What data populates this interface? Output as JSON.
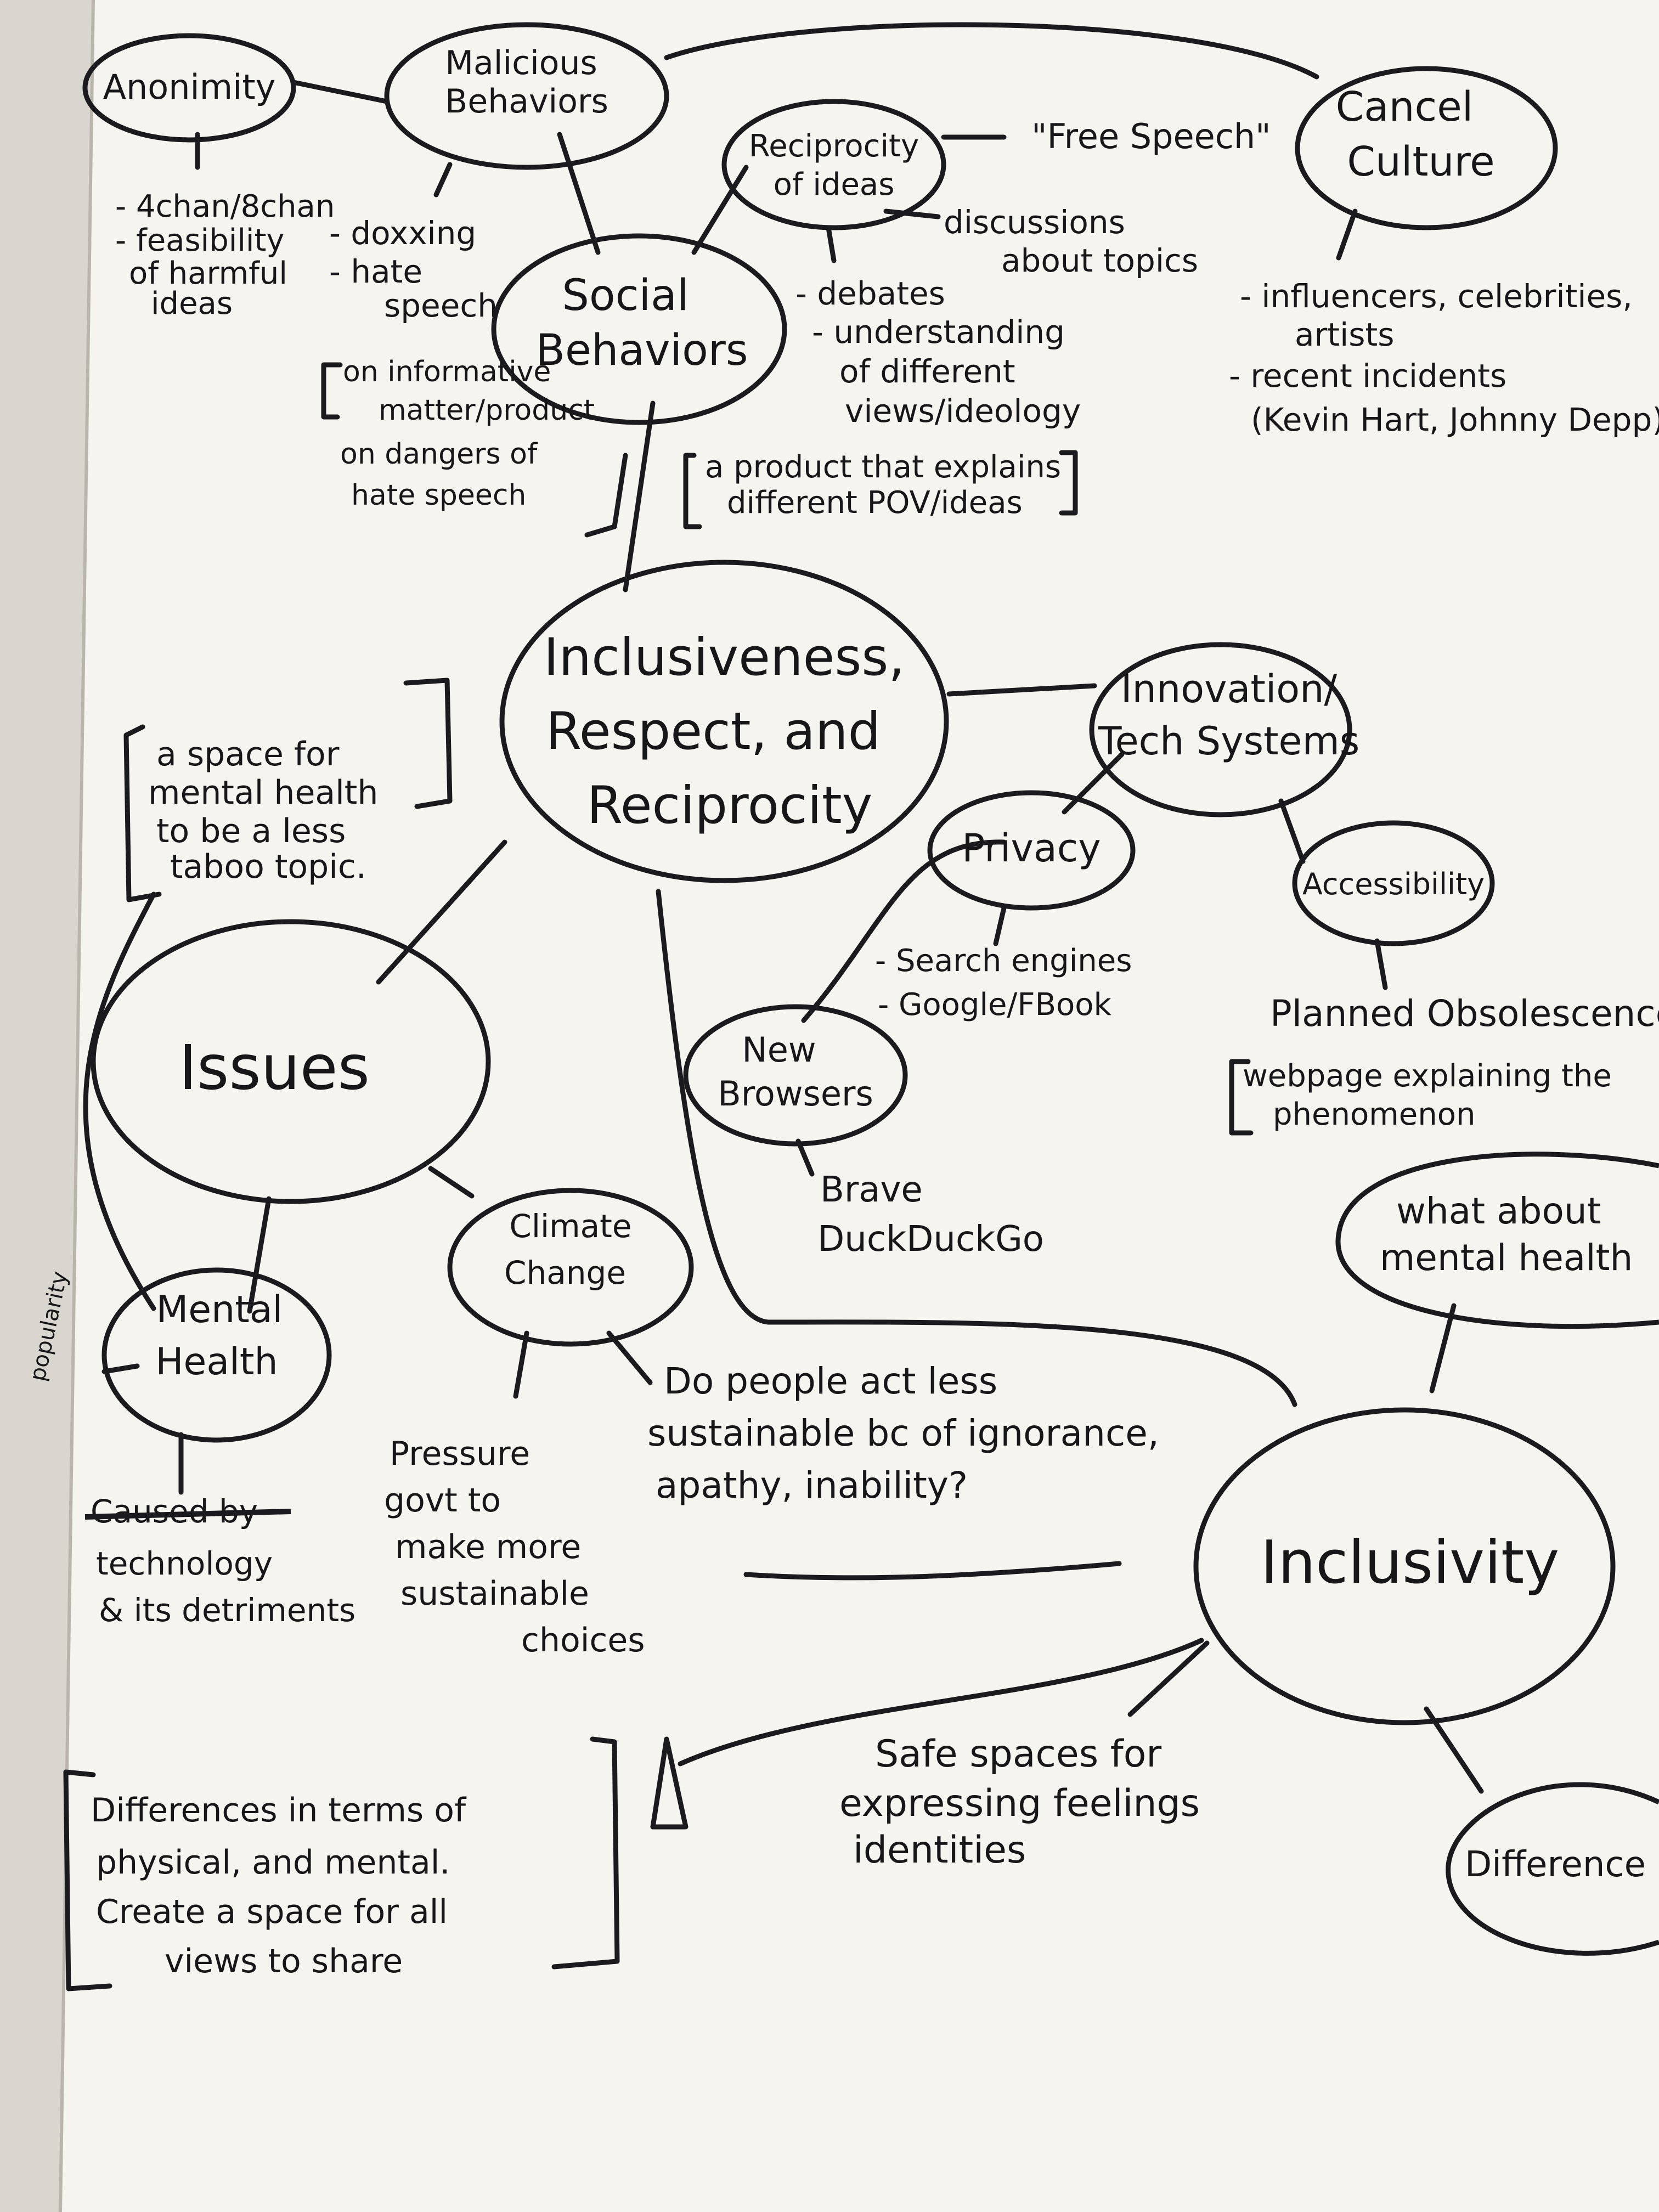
{
  "colors": {
    "paper": "#f6f4ef",
    "ink": "#1b1b1f",
    "desk": "#d9d6cf"
  },
  "nodes": {
    "anonimity": "Anonimity",
    "malicious_behaviors": [
      "Malicious",
      "Behaviors"
    ],
    "reciprocity_of_ideas": [
      "Reciprocity",
      "of ideas"
    ],
    "cancel_culture": [
      "Cancel",
      "Culture"
    ],
    "social_behaviors": [
      "Social",
      "Behaviors"
    ],
    "central": [
      "Inclusiveness,",
      "Respect, and",
      "Reciprocity"
    ],
    "innovation_tech": [
      "Innovation/",
      "Tech Systems"
    ],
    "privacy": "Privacy",
    "accessibility": "Accessibility",
    "new_browsers": [
      "New",
      "Browsers"
    ],
    "issues": "Issues",
    "climate_change": [
      "Climate",
      "Change"
    ],
    "mental_health": [
      "Mental",
      "Health"
    ],
    "what_about_mental_health": [
      "what about",
      "mental health"
    ],
    "inclusivity": "Inclusivity",
    "difference": "Difference"
  },
  "notes": {
    "anonimity_notes": [
      "- 4chan/8chan",
      "- feasibility",
      "of harmful",
      "ideas"
    ],
    "malicious_notes": [
      "- doxxing",
      "- hate",
      "speech"
    ],
    "hate_speech_product": [
      "on informative",
      "matter/product",
      "on dangers of",
      "hate speech"
    ],
    "free_speech": "\"Free Speech\"",
    "discussions": [
      "discussions",
      "about topics"
    ],
    "debates": [
      "- debates",
      "- understanding",
      "of different",
      "views/ideology"
    ],
    "pov_product": [
      "a product that explains",
      "different POV/ideas"
    ],
    "cancel_notes": [
      "- influencers, celebrities,",
      "artists",
      "- recent incidents",
      "(Kevin Hart, Johnny Depp)"
    ],
    "mental_space": [
      "a space for",
      "mental health",
      "to be a less",
      "taboo topic."
    ],
    "privacy_notes": [
      "- Search engines",
      "- Google/FBook"
    ],
    "browser_notes": [
      "Brave",
      "DuckDuckGo"
    ],
    "planned_obsolescence": "Planned Obsolescence",
    "webpage_note": [
      "webpage explaining the",
      "phenomenon"
    ],
    "popularity": "popularity",
    "technology_notes": [
      "Caused by",
      "technology",
      "& its detriments"
    ],
    "pressure_notes": [
      "Pressure",
      "govt to",
      "make more",
      "sustainable",
      "choices"
    ],
    "do_people_notes": [
      "Do people act less",
      "sustainable bc of ignorance,",
      "apathy, inability?"
    ],
    "differences_box": [
      "Differences in terms of",
      "physical, and mental.",
      "Create a space for all",
      "views to share"
    ],
    "safe_spaces": [
      "Safe spaces for",
      "expressing feelings",
      "identities"
    ]
  }
}
